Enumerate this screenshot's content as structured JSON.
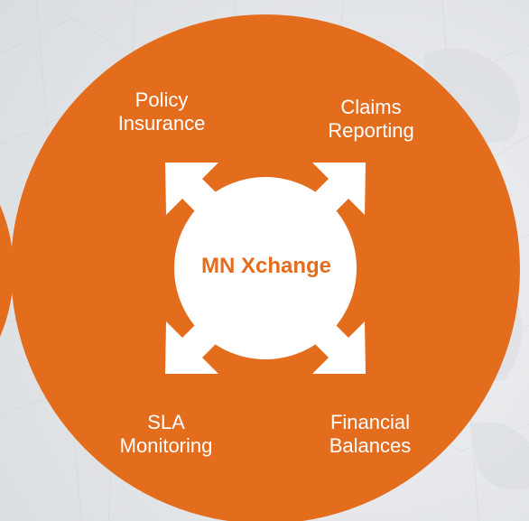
{
  "diagram": {
    "center_label": "MN Xchange",
    "nodes": [
      {
        "line1": "Policy",
        "line2": "Insurance"
      },
      {
        "line1": "Claims",
        "line2": "Reporting"
      },
      {
        "line1": "SLA",
        "line2": "Monitoring"
      },
      {
        "line1": "Financial",
        "line2": "Balances"
      }
    ]
  },
  "colors": {
    "accent": "#E36C1D",
    "text_on_accent": "#FFFFFF",
    "background": "#E6E8EB"
  }
}
